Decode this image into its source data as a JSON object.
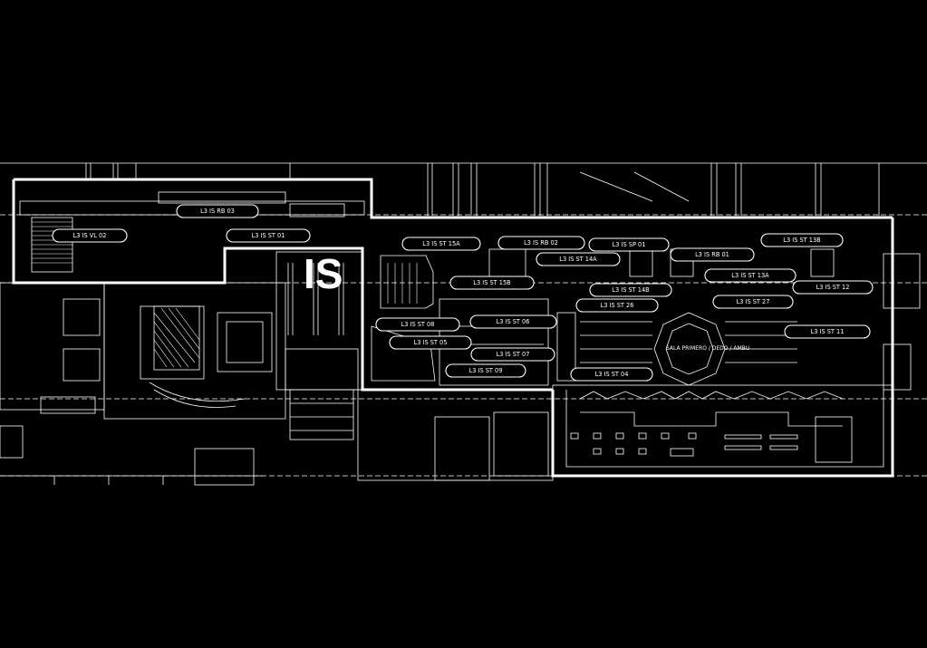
{
  "plan": {
    "big_label": "IS",
    "area_label": "SALA PRIMERO / DEDO / AMBU",
    "tags": [
      {
        "id": "rb03",
        "text": "L3 IS RB 03"
      },
      {
        "id": "vl02",
        "text": "L3 IS VL 02"
      },
      {
        "id": "st01",
        "text": "L3 IS ST 01"
      },
      {
        "id": "st15a",
        "text": "L3 IS ST 15A"
      },
      {
        "id": "rb02",
        "text": "L3 IS RB 02"
      },
      {
        "id": "sp01",
        "text": "L3 IS SP 01"
      },
      {
        "id": "st13b",
        "text": "L3 IS ST 13B"
      },
      {
        "id": "st14a",
        "text": "L3 IS ST 14A"
      },
      {
        "id": "rb01",
        "text": "L3 IS RB 01"
      },
      {
        "id": "st15b",
        "text": "L3 IS ST 15B"
      },
      {
        "id": "st14b",
        "text": "L3 IS ST 14B"
      },
      {
        "id": "st13a",
        "text": "L3 IS ST 13A"
      },
      {
        "id": "st12",
        "text": "L3 IS ST 12"
      },
      {
        "id": "st26",
        "text": "L3 IS ST 26"
      },
      {
        "id": "st27",
        "text": "L3 IS ST 27"
      },
      {
        "id": "st08",
        "text": "L3 IS ST 08"
      },
      {
        "id": "st06",
        "text": "L3 IS ST 06"
      },
      {
        "id": "st11",
        "text": "L3 IS ST 11"
      },
      {
        "id": "st05",
        "text": "L3 IS ST 05"
      },
      {
        "id": "st07",
        "text": "L3 IS ST 07"
      },
      {
        "id": "st09",
        "text": "L3 IS ST 09"
      },
      {
        "id": "st04",
        "text": "L3 IS ST 04"
      }
    ]
  }
}
